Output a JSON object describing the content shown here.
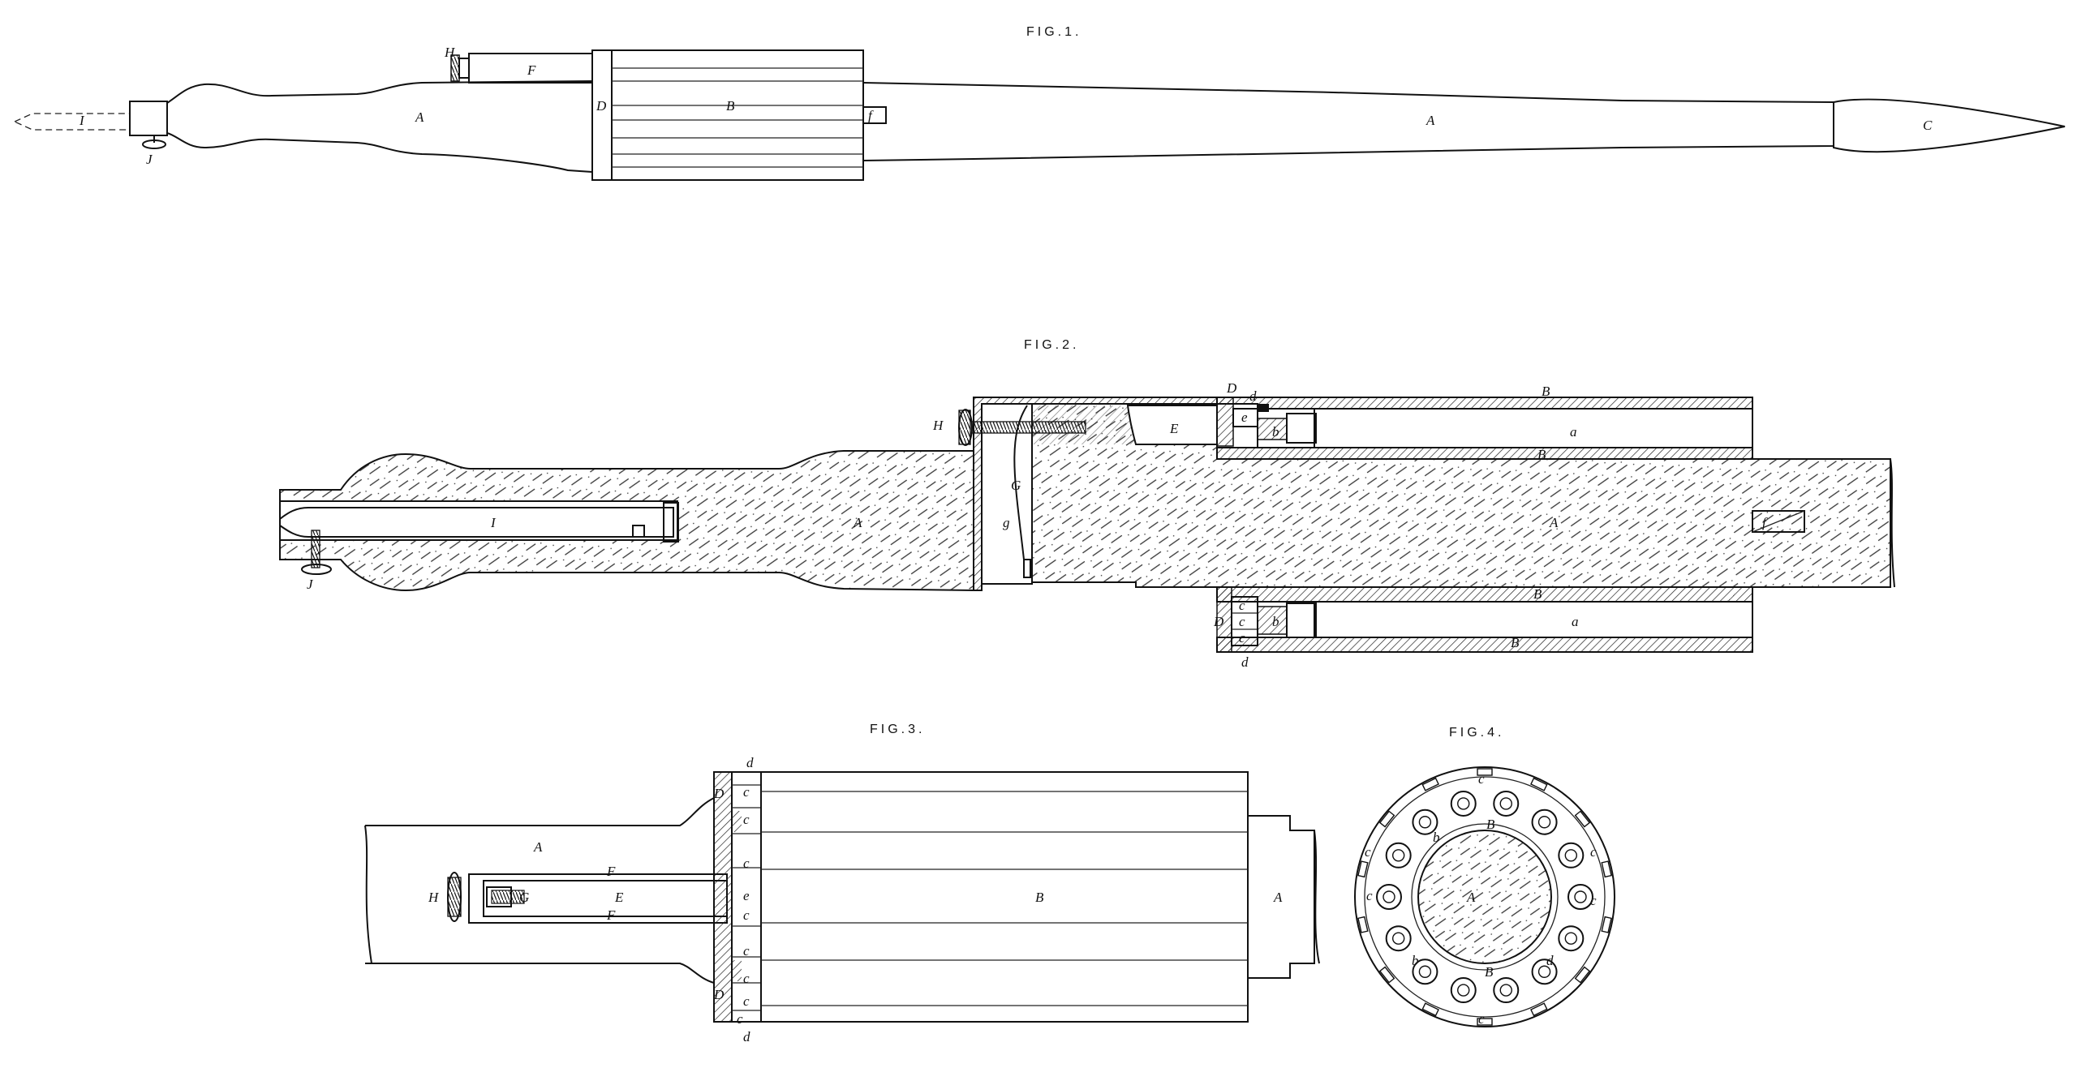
{
  "figures": [
    {
      "id": "fig1",
      "title": "FIG.1.",
      "labels": [
        "I",
        "J",
        "A",
        "H",
        "F",
        "D",
        "B",
        "f",
        "A",
        "C"
      ]
    },
    {
      "id": "fig2",
      "title": "FIG.2.",
      "labels": [
        "I",
        "J",
        "A",
        "H",
        "G",
        "g",
        "D",
        "d",
        "E",
        "e",
        "b",
        "B",
        "a",
        "B",
        "A",
        "f",
        "B",
        "a",
        "B",
        "c",
        "c",
        "c",
        "D",
        "b",
        "d"
      ]
    },
    {
      "id": "fig3",
      "title": "FIG.3.",
      "labels": [
        "A",
        "H",
        "G",
        "F",
        "E",
        "F",
        "D",
        "c",
        "c",
        "c",
        "c",
        "c",
        "c",
        "c",
        "D",
        "c",
        "d",
        "d",
        "e",
        "B",
        "A"
      ]
    },
    {
      "id": "fig4",
      "title": "FIG.4.",
      "labels": [
        "A",
        "B",
        "B",
        "b",
        "b",
        "d",
        "c",
        "c",
        "c",
        "c",
        "c",
        "c"
      ]
    }
  ]
}
